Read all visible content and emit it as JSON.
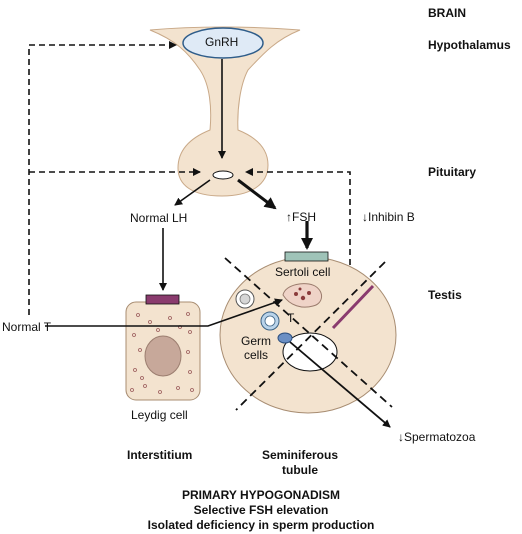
{
  "regions": {
    "brain": "BRAIN",
    "hypothalamus": "Hypothalamus",
    "pituitary": "Pituitary",
    "testis": "Testis"
  },
  "hormones": {
    "gnrh": "GnRH",
    "lh": "Normal LH",
    "fsh": "↑FSH",
    "inhibin": "↓Inhibin B",
    "testosterone": "Normal T",
    "spermatozoa": "↓Spermatozoa"
  },
  "cells": {
    "leydig": "Leydig cell",
    "sertoli": "Sertoli cell",
    "germ_line1": "Germ",
    "germ_line2": "cells",
    "t_label": "T"
  },
  "compartments": {
    "interstitium": "Interstitium",
    "seminiferous_line1": "Seminiferous",
    "seminiferous_line2": "tubule"
  },
  "caption": {
    "title": "PRIMARY HYPOGONADISM",
    "line1": "Selective FSH elevation",
    "line2": "Isolated deficiency in sperm production"
  },
  "colors": {
    "gland_fill": "#f3e3cf",
    "gnrh_border": "#2f5d8a",
    "gnrh_fill": "#dfeaf6",
    "receptor_pink": "#8a3b6e",
    "receptor_teal": "#9fc3b8",
    "germ_blue": "#b9d3ea",
    "nucleus": "#c7a89a"
  }
}
